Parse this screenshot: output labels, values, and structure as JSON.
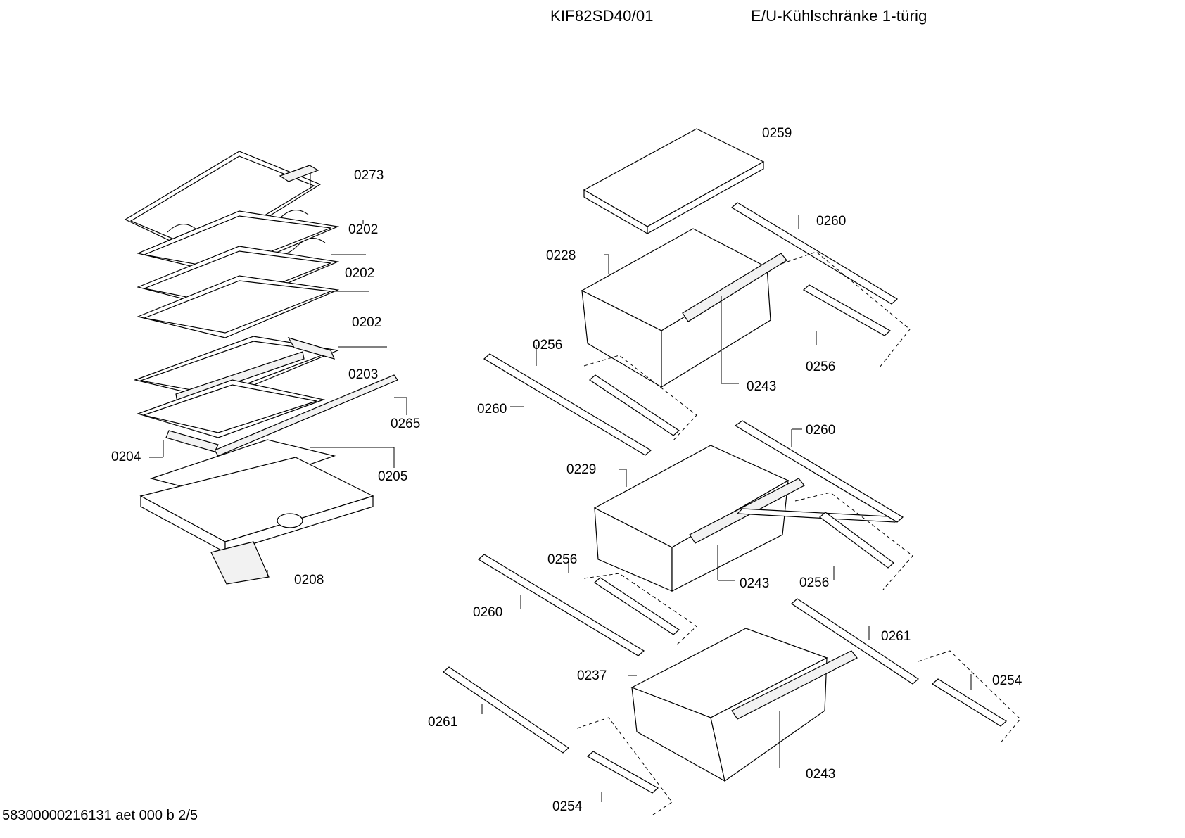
{
  "header": {
    "model": "KIF82SD40/01",
    "description": "E/U-Kühlschränke 1-türig"
  },
  "footer": {
    "doc_code": "58300000216131 aet 000 b 2/5"
  },
  "parts": [
    {
      "id": "p0273",
      "label": "0273"
    },
    {
      "id": "p0202a",
      "label": "0202"
    },
    {
      "id": "p0202b",
      "label": "0202"
    },
    {
      "id": "p0202c",
      "label": "0202"
    },
    {
      "id": "p0203",
      "label": "0203"
    },
    {
      "id": "p0265",
      "label": "0265"
    },
    {
      "id": "p0204",
      "label": "0204"
    },
    {
      "id": "p0205",
      "label": "0205"
    },
    {
      "id": "p0208",
      "label": "0208"
    },
    {
      "id": "p0259",
      "label": "0259"
    },
    {
      "id": "p0260a",
      "label": "0260"
    },
    {
      "id": "p0228",
      "label": "0228"
    },
    {
      "id": "p0256a",
      "label": "0256"
    },
    {
      "id": "p0243a",
      "label": "0243"
    },
    {
      "id": "p0256b",
      "label": "0256"
    },
    {
      "id": "p0260b",
      "label": "0260"
    },
    {
      "id": "p0260c",
      "label": "0260"
    },
    {
      "id": "p0229",
      "label": "0229"
    },
    {
      "id": "p0256c",
      "label": "0256"
    },
    {
      "id": "p0243b",
      "label": "0243"
    },
    {
      "id": "p0256d",
      "label": "0256"
    },
    {
      "id": "p0260d",
      "label": "0260"
    },
    {
      "id": "p0261a",
      "label": "0261"
    },
    {
      "id": "p0237",
      "label": "0237"
    },
    {
      "id": "p0254a",
      "label": "0254"
    },
    {
      "id": "p0261b",
      "label": "0261"
    },
    {
      "id": "p0243c",
      "label": "0243"
    },
    {
      "id": "p0254b",
      "label": "0254"
    }
  ]
}
